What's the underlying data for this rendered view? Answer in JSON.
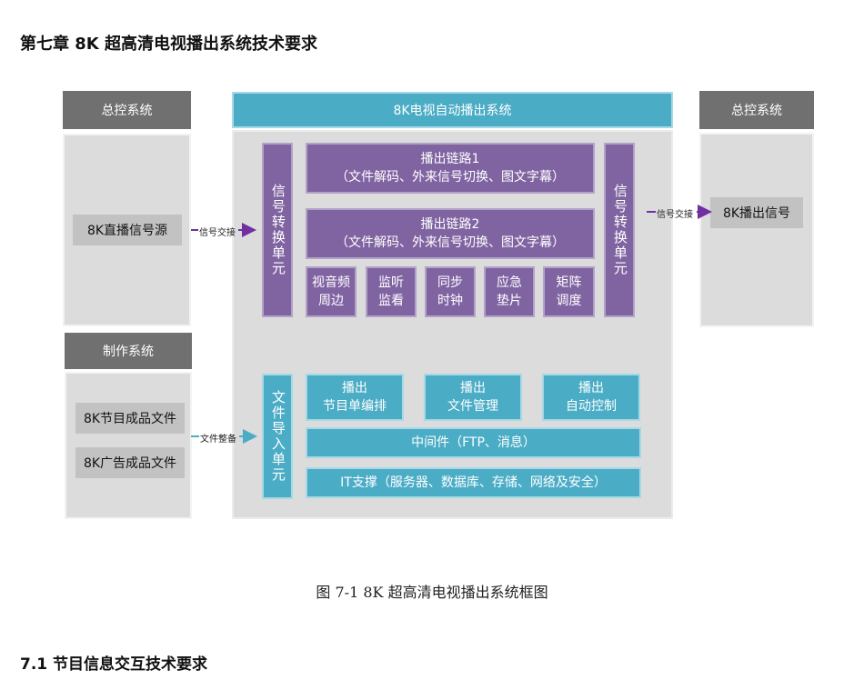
{
  "chapter_title": "第七章 8K 超高清电视播出系统技术要求",
  "figure": {
    "left_top": {
      "header": "总控系统",
      "source": "8K直播信号源"
    },
    "left_bottom": {
      "header": "制作系统",
      "files": [
        "8K节目成品文件",
        "8K广告成品文件"
      ]
    },
    "center": {
      "header": "8K电视自动播出系统",
      "left_converter": "信号转换单元",
      "right_converter": "信号转换单元",
      "chain1": {
        "title": "播出链路1",
        "detail": "（文件解码、外来信号切换、图文字幕）"
      },
      "chain2": {
        "title": "播出链路2",
        "detail": "（文件解码、外来信号切换、图文字幕）"
      },
      "small_boxes": [
        {
          "line1": "视音频",
          "line2": "周边"
        },
        {
          "line1": "监听",
          "line2": "监看"
        },
        {
          "line1": "同步",
          "line2": "时钟"
        },
        {
          "line1": "应急",
          "line2": "垫片"
        },
        {
          "line1": "矩阵",
          "line2": "调度"
        }
      ],
      "file_import": "文件导入单元",
      "mgmt_boxes": [
        {
          "line1": "播出",
          "line2": "节目单编排"
        },
        {
          "line1": "播出",
          "line2": "文件管理"
        },
        {
          "line1": "播出",
          "line2": "自动控制"
        }
      ],
      "middleware": "中间件（FTP、消息）",
      "it_support": "IT支撑（服务器、数据库、存储、网络及安全）"
    },
    "right": {
      "header": "总控系统",
      "output": "8K播出信号"
    },
    "arrows": {
      "left_signal": "信号交接",
      "right_signal": "信号交接",
      "file": "文件整备"
    },
    "colors": {
      "purple": "#8064a2",
      "teal": "#4bacc6",
      "dark_grey": "#707070",
      "panel_grey": "#dcdcdc"
    }
  },
  "caption": "图 7-1 8K 超高清电视播出系统框图",
  "section_title": "7.1 节目信息交互技术要求"
}
